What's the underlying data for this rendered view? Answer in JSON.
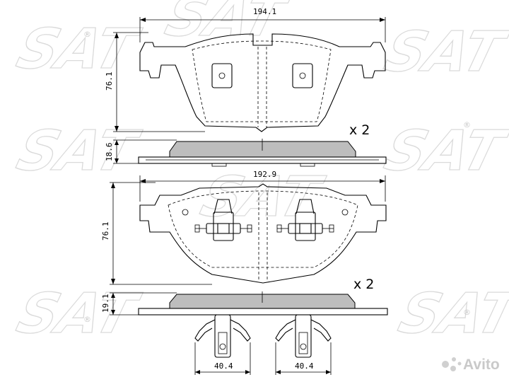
{
  "watermark": {
    "text": "SAT",
    "registered_mark": "®"
  },
  "dimensions": {
    "top_width": "194.1",
    "top_height": "76.1",
    "top_thickness": "18.6",
    "bottom_width": "192.9",
    "bottom_height": "76.1",
    "bottom_thickness": "19.1",
    "clip_left_width": "40.4",
    "clip_right_width": "40.4"
  },
  "quantities": {
    "top": "x 2",
    "bottom": "x 2"
  },
  "corner_logo": {
    "text": "Avito"
  },
  "colors": {
    "friction_material": "#bdbdbd",
    "watermark": "#d6d6d6",
    "lines": "#000000"
  }
}
